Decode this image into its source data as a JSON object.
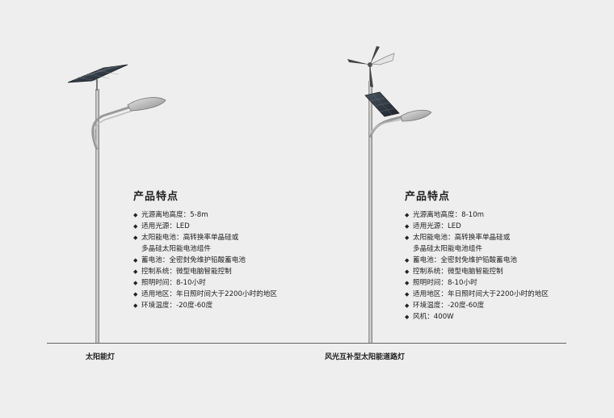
{
  "left": {
    "caption": "太阳能灯",
    "title": "产品特点",
    "features": [
      "光源离地高度：5-8m",
      "适用光源：LED",
      "太阳能电池：高转换率单晶硅或",
      "多晶硅太阳能电池组件",
      "蓄电池：全密封免维护铅酸蓄电池",
      "控制系统：微型电脑智能控制",
      "照明时间：8-10小时",
      "适用地区：年日照时间大于2200小时的地区",
      "环境温度：-20度-60度"
    ]
  },
  "right": {
    "caption": "风光互补型太阳能道路灯",
    "title": "产品特点",
    "features": [
      "光源离地高度：8-10m",
      "适用光源：LED",
      "太阳能电池：高转换率单晶硅或",
      "多晶硅太阳能电池组件",
      "蓄电池：全密封免维护铅酸蓄电池",
      "控制系统：微型电脑智能控制",
      "照明时间：8-10小时",
      "适用地区：年日照时间大于2200小时的地区",
      "环境温度：-20度-60度",
      "风机：400W"
    ]
  }
}
